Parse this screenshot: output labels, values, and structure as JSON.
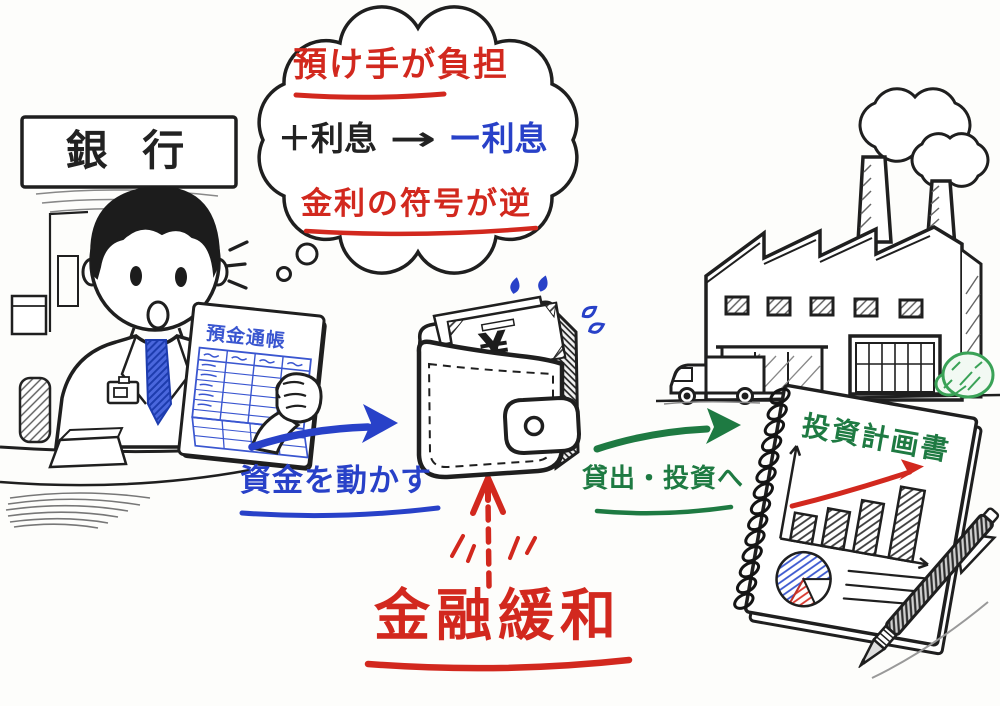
{
  "colors": {
    "red": "#d2281e",
    "blue": "#2841c8",
    "passbook_blue": "#3a56d0",
    "green": "#1e7a42",
    "bush_green": "#3aa257",
    "ink": "#1f1f1f",
    "paper": "#fdfdfb"
  },
  "bank": {
    "sign": "銀 行"
  },
  "thought_bubble": {
    "burden_line": "預け手が負担",
    "interest_before": "＋利息",
    "interest_arrow": "→",
    "interest_after": "ー利息",
    "sign_flip_line": "金利の符号が逆"
  },
  "passbook": {
    "title": "預金通帳"
  },
  "wallet": {
    "yen": "¥"
  },
  "labels": {
    "move_funds": "資金を動かす",
    "lending_investment": "貸出・投資へ",
    "monetary_easing": "金融緩和"
  },
  "notebook": {
    "title": "投資計画書"
  }
}
